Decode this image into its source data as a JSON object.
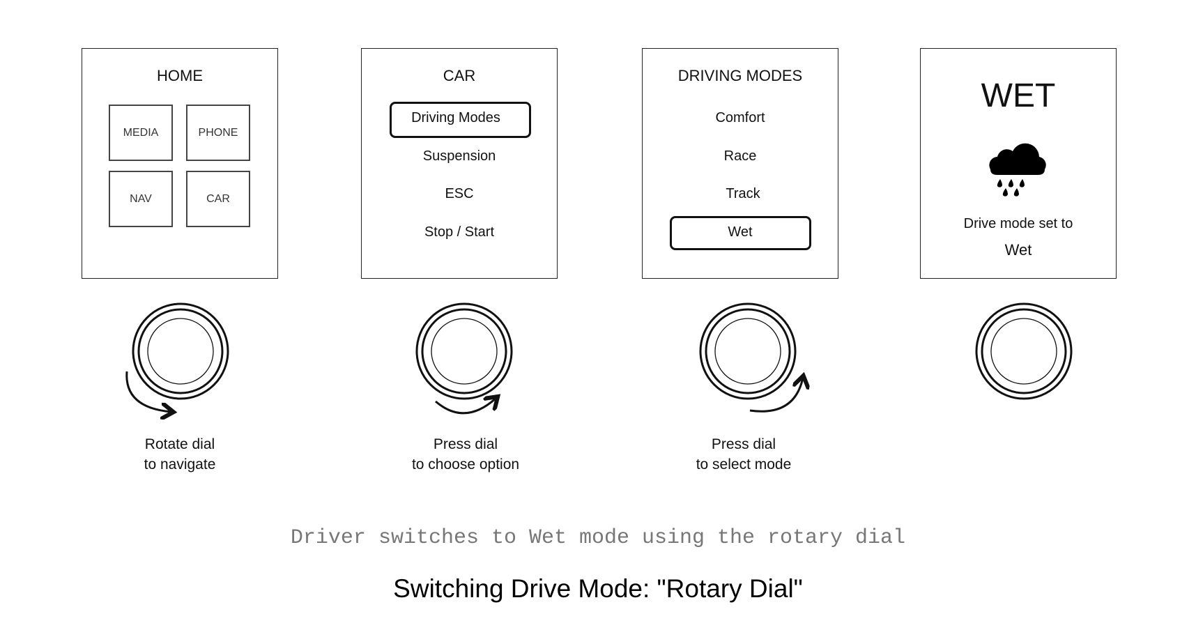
{
  "screens": [
    {
      "title": "HOME",
      "tiles": [
        "MEDIA",
        "PHONE",
        "NAV",
        "CAR"
      ]
    },
    {
      "title": "CAR",
      "items": [
        "Driving Modes",
        "Suspension",
        "ESC",
        "Stop / Start"
      ],
      "selected": "Driving Modes"
    },
    {
      "title": "DRIVING MODES",
      "items": [
        "Comfort",
        "Race",
        "Track",
        "Wet"
      ],
      "selected": "Wet"
    },
    {
      "title": "WET",
      "icon": "rain-cloud-icon",
      "message_line1": "Drive mode set to",
      "message_line2": "Wet"
    }
  ],
  "steps": [
    {
      "line1": "Rotate dial",
      "line2": "to navigate",
      "gesture": "rotate"
    },
    {
      "line1": "Press dial",
      "line2": "to choose option",
      "gesture": "press"
    },
    {
      "line1": "Press dial",
      "line2": "to select mode",
      "gesture": "press"
    }
  ],
  "story": "Driver switches to Wet mode using the rotary dial",
  "title": "Switching Drive Mode: \"Rotary Dial\""
}
